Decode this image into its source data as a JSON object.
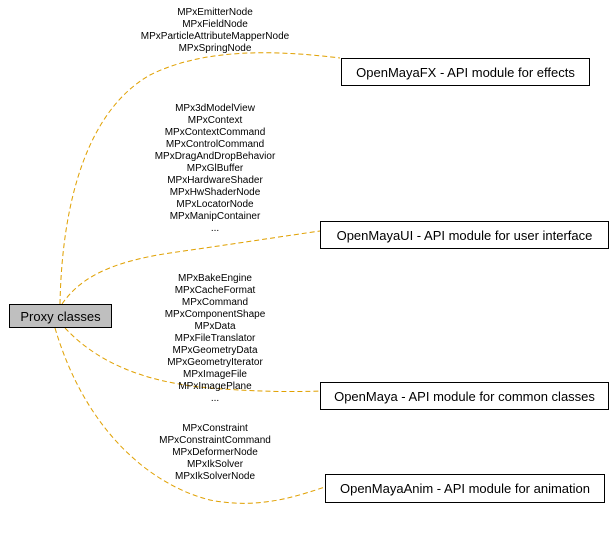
{
  "root": {
    "label": "Proxy classes"
  },
  "modules": [
    {
      "label": "OpenMayaFX - API module for effects",
      "classes": [
        "MPxEmitterNode",
        "MPxFieldNode",
        "MPxParticleAttributeMapperNode",
        "MPxSpringNode"
      ]
    },
    {
      "label": "OpenMayaUI - API module for user interface",
      "classes": [
        "MPx3dModelView",
        "MPxContext",
        "MPxContextCommand",
        "MPxControlCommand",
        "MPxDragAndDropBehavior",
        "MPxGlBuffer",
        "MPxHardwareShader",
        "MPxHwShaderNode",
        "MPxLocatorNode",
        "MPxManipContainer",
        "..."
      ]
    },
    {
      "label": "OpenMaya - API module for common classes",
      "classes": [
        "MPxBakeEngine",
        "MPxCacheFormat",
        "MPxCommand",
        "MPxComponentShape",
        "MPxData",
        "MPxFileTranslator",
        "MPxGeometryData",
        "MPxGeometryIterator",
        "MPxImageFile",
        "MPxImagePlane",
        "..."
      ]
    },
    {
      "label": "OpenMayaAnim - API module for animation",
      "classes": [
        "MPxConstraint",
        "MPxConstraintCommand",
        "MPxDeformerNode",
        "MPxIkSolver",
        "MPxIkSolverNode"
      ]
    }
  ],
  "colors": {
    "edge": "#e0a000",
    "root_fill": "#bfbfbf",
    "node_border": "#000000"
  }
}
